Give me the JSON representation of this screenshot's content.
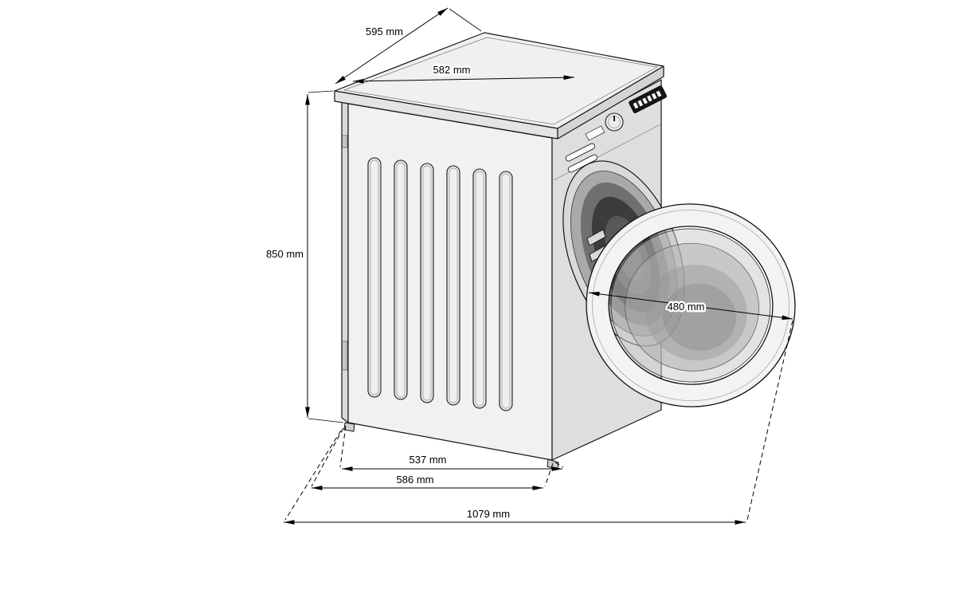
{
  "diagram": {
    "labels": {
      "top_width": "595 mm",
      "top_depth": "582 mm",
      "height": "850 mm",
      "door_diameter": "480 mm",
      "base_depth": "537 mm",
      "base_width": "586 mm",
      "overall_depth_door_open": "1079 mm"
    }
  }
}
